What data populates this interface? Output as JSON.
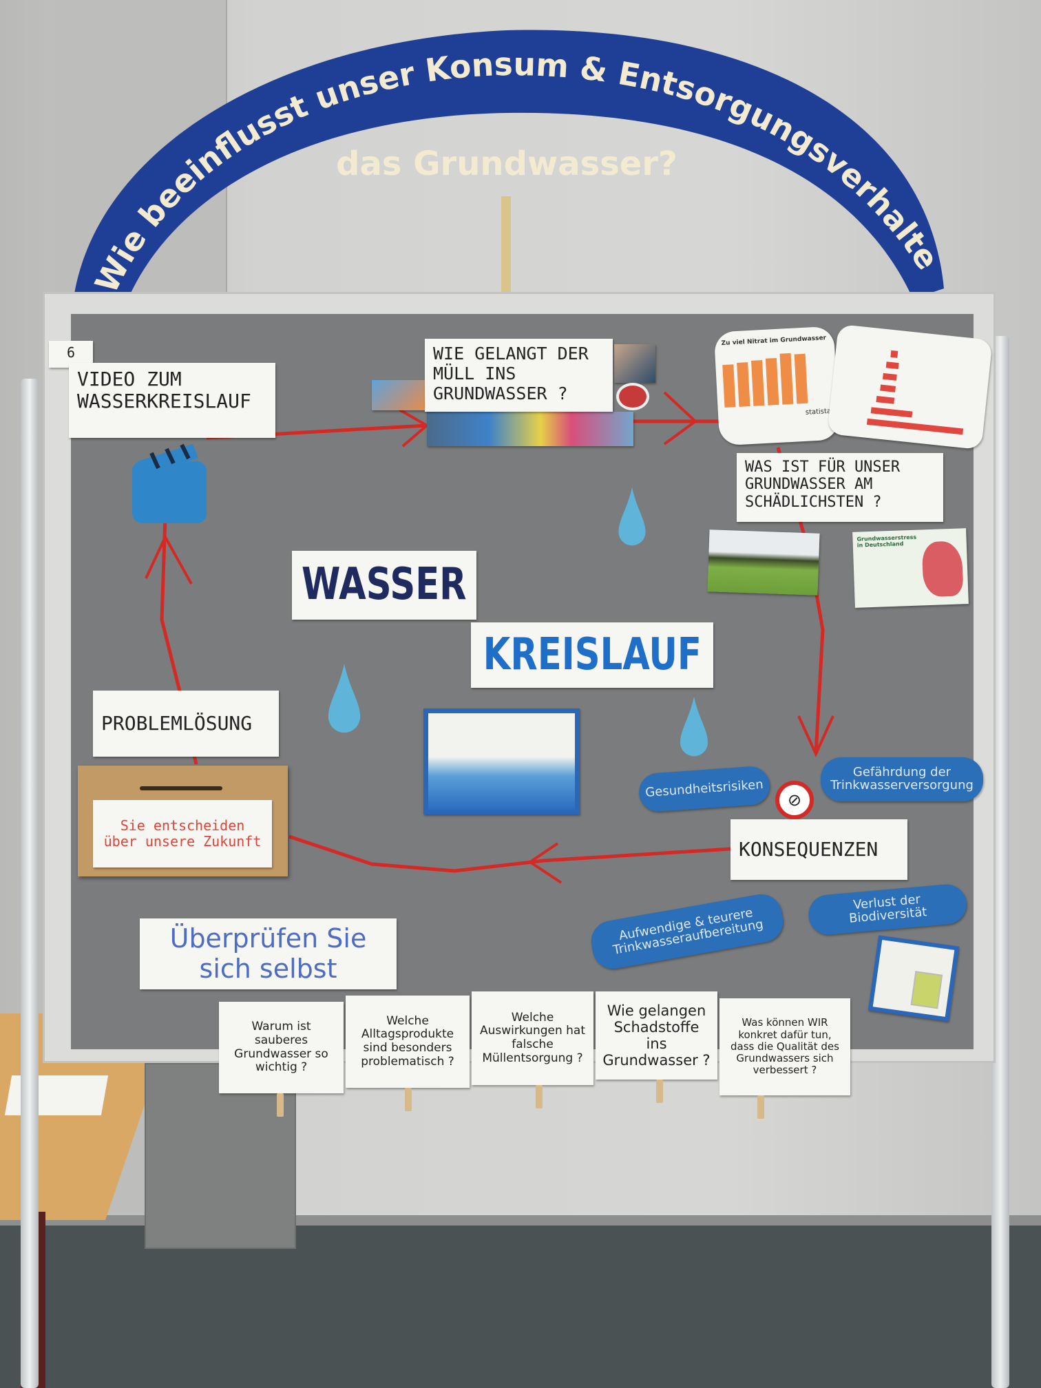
{
  "banner": {
    "line1": "Wie beeinflusst unser Konsum & Entsorgungsverhalten",
    "line2": "das Grundwasser?"
  },
  "board_number": "6",
  "cards": {
    "video": "VIDEO ZUM WASSERKREISLAUF",
    "muell": "WIE GELANGT DER MÜLL INS GRUNDWASSER ?",
    "schaedlich": "WAS IST FÜR UNSER GRUNDWASSER AM SCHÄDLICHSTEN ?",
    "wasser": "WASSER",
    "kreislauf": "KREISLAUF",
    "problemloesung": "PROBLEMLÖSUNG",
    "box_label": "Sie entscheiden über unsere Zukunft",
    "konsequenzen": "KONSEQUENZEN",
    "ueberpruefen": "Überprüfen Sie sich selbst"
  },
  "consequences": [
    "Gesundheitsrisiken",
    "Gefährdung der Trinkwasserversorgung",
    "Aufwendige & teurere Trinkwasseraufbereitung",
    "Verlust der Biodiversität"
  ],
  "charts": {
    "nitrat_title": "Zu viel Nitrat im Grundwasser",
    "nitrat_source": "statista",
    "map_title": "Grundwasserstress in Deutschland"
  },
  "questions": [
    "Warum ist sauberes Grundwasser so wichtig ?",
    "Welche Alltagsprodukte sind besonders problematisch ?",
    "Welche Auswirkungen hat falsche Müllentsorgung ?",
    "Wie gelangen Schadstoffe ins Grundwasser ?",
    "Was können WIR konkret dafür tun, dass die Qualität des Grundwassers sich verbessert ?"
  ],
  "colors": {
    "banner": "#1f3f96",
    "string": "#d42a25",
    "pill": "#2a6fb8",
    "drop": "#5fb4da",
    "board": "#7b7c7d"
  }
}
